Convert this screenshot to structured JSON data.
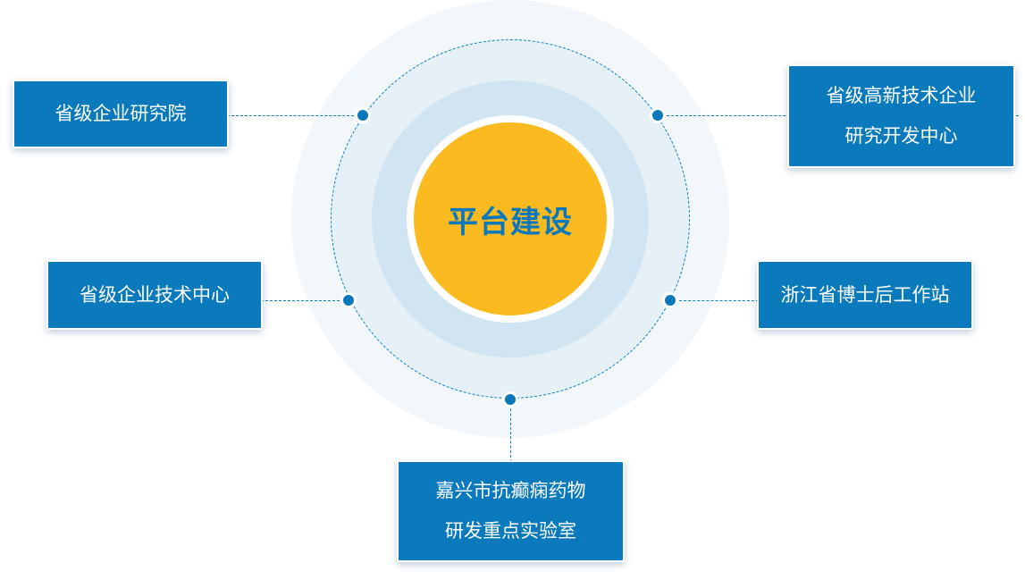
{
  "center": {
    "title": "平台建设"
  },
  "nodes": [
    {
      "lines": [
        "省级企业研究院"
      ]
    },
    {
      "lines": [
        "省级高新技术企业",
        "研究开发中心"
      ]
    },
    {
      "lines": [
        "省级企业技术中心"
      ]
    },
    {
      "lines": [
        "浙江省博士后工作站"
      ]
    },
    {
      "lines": [
        "嘉兴市抗癫痫药物",
        "研发重点实验室"
      ]
    }
  ],
  "colors": {
    "accent": "#0a7abd",
    "core": "#fbba1f"
  }
}
